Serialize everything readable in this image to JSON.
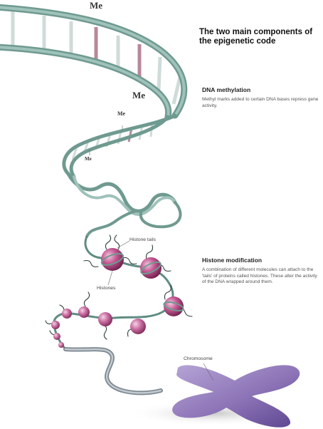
{
  "title": "The two main components of the epigenetic code",
  "methylation": {
    "heading": "DNA methylation",
    "body": "Methyl marks added to certain DNA bases repress gene activity."
  },
  "histone": {
    "heading": "Histone modification",
    "body": "A combination of different molecules can attach to the 'tails' of proteins called histones. These alter the activity of the DNA wrapped around them."
  },
  "labels": {
    "histone_tails": "Histone tails",
    "histones": "Histones",
    "chromosome": "Chromosome"
  },
  "methyl_mark": "Me",
  "colors": {
    "dna_strand": "#7fa79e",
    "dna_rung": "#ccd9d6",
    "methyl_rung": "#b7899a",
    "histone": "#b24c84",
    "chromosome": "#8f78b7",
    "text": "#333333"
  }
}
